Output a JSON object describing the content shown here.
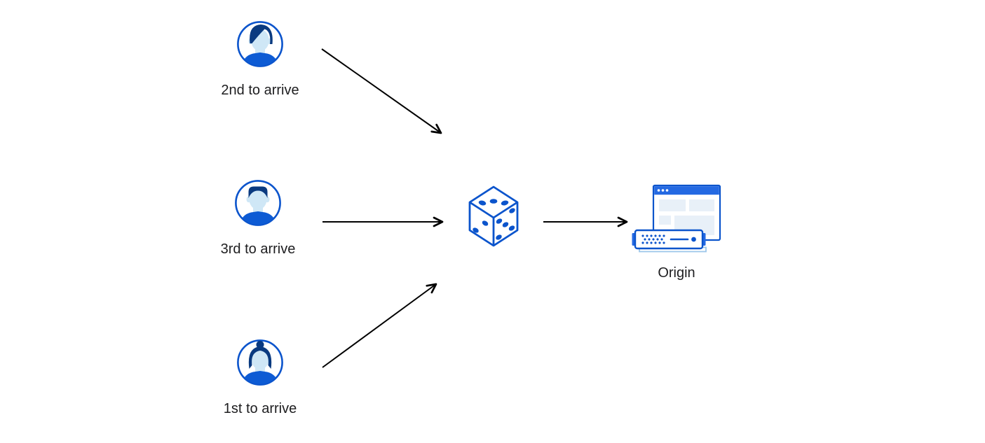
{
  "diagram": {
    "users": [
      {
        "label": "2nd to arrive",
        "icon": "user-avatar-man-swoop-hair-icon"
      },
      {
        "label": "3rd to arrive",
        "icon": "user-avatar-man-short-hair-icon"
      },
      {
        "label": "1st to arrive",
        "icon": "user-avatar-woman-bun-icon"
      }
    ],
    "randomizer": {
      "icon": "dice-icon",
      "pips": {
        "top_face": 3,
        "left_face": 2,
        "right_face": 5
      }
    },
    "origin": {
      "label": "Origin",
      "icon": "origin-browser-server-icon"
    },
    "connections": [
      {
        "from": "user-2nd-to-arrive",
        "to": "dice"
      },
      {
        "from": "user-3rd-to-arrive",
        "to": "dice"
      },
      {
        "from": "user-1st-to-arrive",
        "to": "dice"
      },
      {
        "from": "dice",
        "to": "origin"
      }
    ],
    "colors": {
      "outline_blue": "#0b54cc",
      "dark_navy": "#0a3a80",
      "face_light_blue": "#cfe7f6",
      "shirt_blue": "#0d5bd4",
      "titlebar_blue": "#2469e2",
      "panel_light_blue": "#e8f0f8",
      "arrow_black": "#000000",
      "background": "#ffffff",
      "label_text": "#1d1d1f"
    }
  }
}
